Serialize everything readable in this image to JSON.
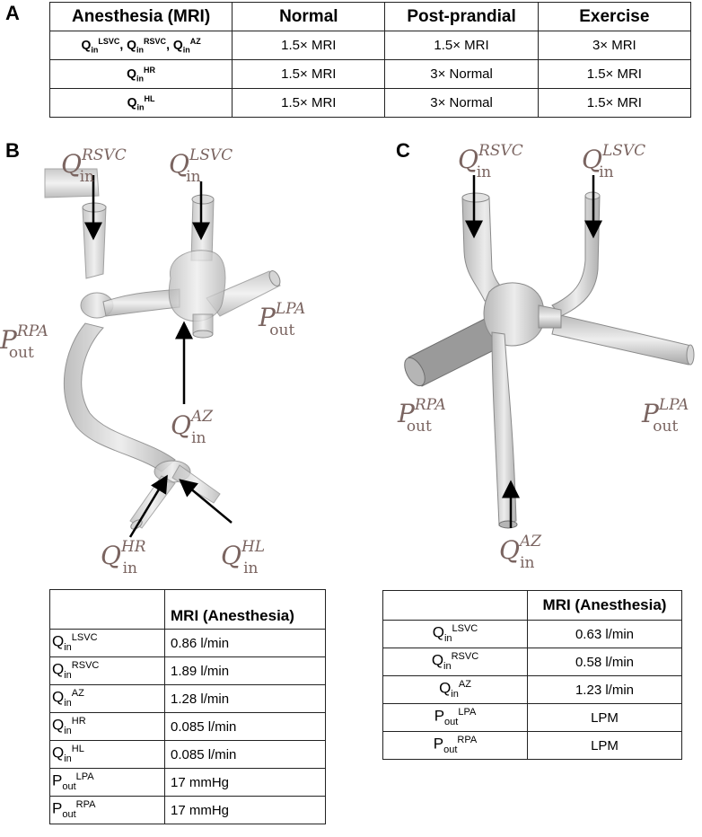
{
  "panels": {
    "a": "A",
    "b": "B",
    "c": "C"
  },
  "table_a": {
    "headers": [
      "Anesthesia (MRI)",
      "Normal",
      "Post-prandial",
      "Exercise"
    ],
    "rows": [
      {
        "label_parts": [
          {
            "base": "Q",
            "sub": "in",
            "sup": "LSVC",
            "sep": ", "
          },
          {
            "base": "Q",
            "sub": "in",
            "sup": "RSVC",
            "sep": ", "
          },
          {
            "base": "Q",
            "sub": "in",
            "sup": "AZ",
            "sep": ""
          }
        ],
        "values": [
          "1.5× MRI",
          "1.5× MRI",
          "3× MRI"
        ]
      },
      {
        "label_parts": [
          {
            "base": "Q",
            "sub": "in",
            "sup": "HR",
            "sep": ""
          }
        ],
        "values": [
          "1.5× MRI",
          "3× Normal",
          "1.5× MRI"
        ]
      },
      {
        "label_parts": [
          {
            "base": "Q",
            "sub": "in",
            "sup": "HL",
            "sep": ""
          }
        ],
        "values": [
          "1.5× MRI",
          "3× Normal",
          "1.5× MRI"
        ]
      }
    ]
  },
  "table_b": {
    "header": "MRI (Anesthesia)",
    "rows": [
      {
        "base": "Q",
        "sub": "in",
        "sup": "LSVC",
        "value": "0.86 l/min"
      },
      {
        "base": "Q",
        "sub": "in",
        "sup": "RSVC",
        "value": "1.89 l/min"
      },
      {
        "base": "Q",
        "sub": "in",
        "sup": "AZ",
        "value": "1.28 l/min"
      },
      {
        "base": "Q",
        "sub": "in",
        "sup": "HR",
        "value": "0.085 l/min"
      },
      {
        "base": "Q",
        "sub": "in",
        "sup": "HL",
        "value": "0.085 l/min"
      },
      {
        "base": "P",
        "sub": "out",
        "sup": "LPA",
        "value": "17 mmHg"
      },
      {
        "base": "P",
        "sub": "out",
        "sup": "RPA",
        "value": "17 mmHg"
      }
    ]
  },
  "table_c": {
    "header": "MRI (Anesthesia)",
    "rows": [
      {
        "base": "Q",
        "sub": "in",
        "sup": "LSVC",
        "value": "0.63 l/min"
      },
      {
        "base": "Q",
        "sub": "in",
        "sup": "RSVC",
        "value": "0.58 l/min"
      },
      {
        "base": "Q",
        "sub": "in",
        "sup": "AZ",
        "value": "1.23 l/min"
      },
      {
        "base": "P",
        "sub": "out",
        "sup": "LPA",
        "value": "LPM"
      },
      {
        "base": "P",
        "sub": "out",
        "sup": "RPA",
        "value": "LPM"
      }
    ]
  },
  "diagram_b": {
    "q_rsvc": {
      "base": "Q",
      "sub": "in",
      "sup": "RSVC"
    },
    "q_lsvc": {
      "base": "Q",
      "sub": "in",
      "sup": "LSVC"
    },
    "p_rpa": {
      "base": "P",
      "sub": "out",
      "sup": "RPA"
    },
    "p_lpa": {
      "base": "P",
      "sub": "out",
      "sup": "LPA"
    },
    "q_az": {
      "base": "Q",
      "sub": "in",
      "sup": "AZ"
    },
    "q_hr": {
      "base": "Q",
      "sub": "in",
      "sup": "HR"
    },
    "q_hl": {
      "base": "Q",
      "sub": "in",
      "sup": "HL"
    }
  },
  "diagram_c": {
    "q_rsvc": {
      "base": "Q",
      "sub": "in",
      "sup": "RSVC"
    },
    "q_lsvc": {
      "base": "Q",
      "sub": "in",
      "sup": "LSVC"
    },
    "p_rpa": {
      "base": "P",
      "sub": "out",
      "sup": "RPA"
    },
    "p_lpa": {
      "base": "P",
      "sub": "out",
      "sup": "LPA"
    },
    "q_az": {
      "base": "Q",
      "sub": "in",
      "sup": "AZ"
    }
  },
  "colors": {
    "label": "#7a6460",
    "vessel_fill": "#d9d9d9",
    "vessel_edge": "#8a8a8a",
    "vessel_dark": "#9a9a9a"
  }
}
